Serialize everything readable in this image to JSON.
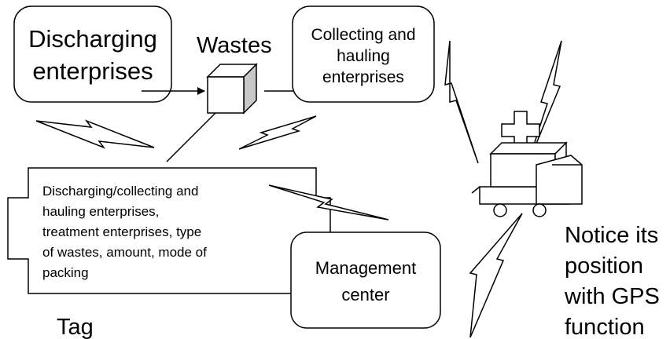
{
  "nodes": {
    "discharging": {
      "lines": [
        "Discharging",
        "enterprises"
      ]
    },
    "wastes": {
      "label": "Wastes"
    },
    "collecting": {
      "lines": [
        "Collecting and",
        "hauling",
        "enterprises"
      ]
    },
    "tag_info": {
      "lines": [
        "Discharging/collecting and",
        "hauling enterprises,",
        "treatment enterprises, type",
        "of wastes, amount, mode of",
        "packing"
      ]
    },
    "tag": {
      "label": "Tag"
    },
    "management": {
      "lines": [
        "Management",
        "center"
      ]
    },
    "gps_note": {
      "lines": [
        "Notice its",
        "position",
        "with GPS",
        "function"
      ]
    }
  },
  "icons": [
    "waste-box-icon",
    "truck-icon",
    "cross-icon",
    "lightning-bolt-icon"
  ]
}
